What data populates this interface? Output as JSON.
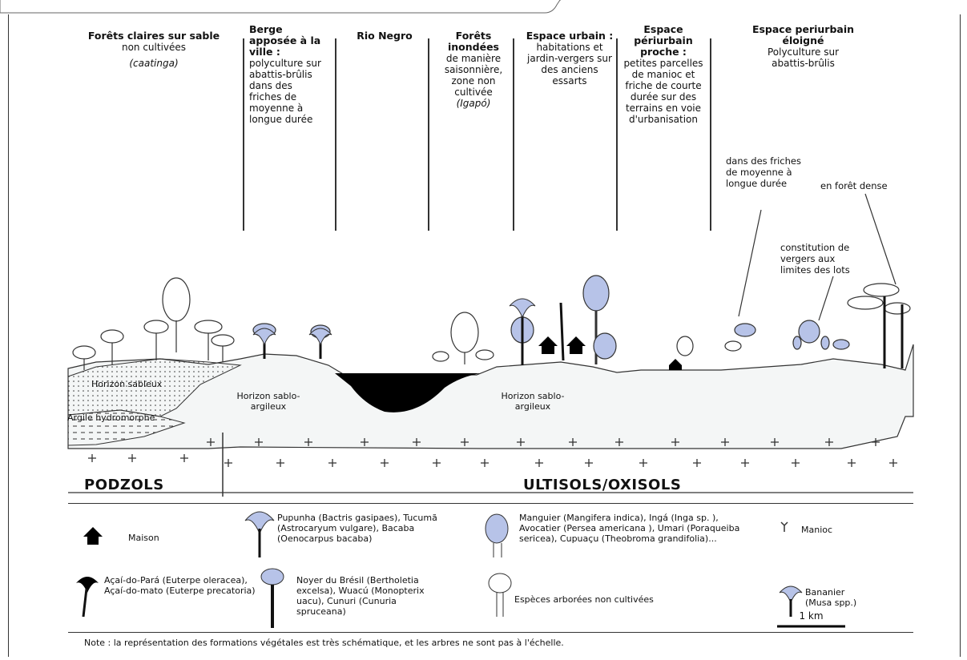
{
  "zones": {
    "z1": {
      "title": "Forêts claires sur sable",
      "desc": "non cultivées",
      "ital": "(caatinga)"
    },
    "z2": {
      "title": "Berge apposée à la ville :",
      "desc": "polyculture sur abattis-brûlis dans des friches de moyenne à longue durée"
    },
    "z3": {
      "title": "Rio Negro"
    },
    "z4": {
      "title": "Forêts inondées",
      "desc": "de manière saisonnière, zone non cultivée",
      "ital": "(Igapó)"
    },
    "z5": {
      "title": "Espace urbain :",
      "desc": "habitations et jardin-vergers sur des anciens essarts"
    },
    "z6": {
      "title": "Espace périurbain proche :",
      "desc": "petites parcelles de manioc et friche de courte durée sur des terrains en voie d'urbanisation"
    },
    "z7": {
      "title": "Espace periurbain éloigné",
      "desc": "Polyculture sur abattis-brûlis"
    }
  },
  "annotations": {
    "a1": "dans des friches de moyenne à longue durée",
    "a2": "en forêt dense",
    "a3": "constitution de vergers aux limites des lots"
  },
  "soil": {
    "horizon_sableux": "Horizon sableux",
    "argile": "Argile hydromorphe",
    "horizon_sablo_1": "Horizon sablo-argileux",
    "horizon_sablo_2": "Horizon sablo-argileux",
    "podzols": "PODZOLS",
    "ultisols": "ULTISOLS/OXISOLS"
  },
  "legend": {
    "maison": "Maison",
    "palm1": "Pupunha (Bactris gasipaes), Tucumã (Astrocaryum vulgare), Bacaba (Oenocarpus bacaba)",
    "fruit": "Manguier (Mangifera indica), Ingá (Inga sp. ), Avocatier (Persea americana ), Umari (Poraqueiba sericea), Cupuaçu (Theobroma grandifolia)...",
    "manioc": "Manioc",
    "acai": "Açaí-do-Pará (Euterpe oleracea), Açaí-do-mato (Euterpe precatoria)",
    "noyer": "Noyer du Brésil (Bertholetia excelsa), Wuacú (Monopterix uacu), Cunuri (Cunuria spruceana)",
    "wild": "Espèces arborées non cultivées",
    "banana": "Bananier (Musa spp.)"
  },
  "scale": "1 km",
  "note": "Note : la représentation des formations végétales est très schématique, et les arbres ne sont pas à l'échelle.",
  "colors": {
    "tree_fill": "#b7c3e8",
    "river": "#000000",
    "ground": "#f4f6f6"
  }
}
